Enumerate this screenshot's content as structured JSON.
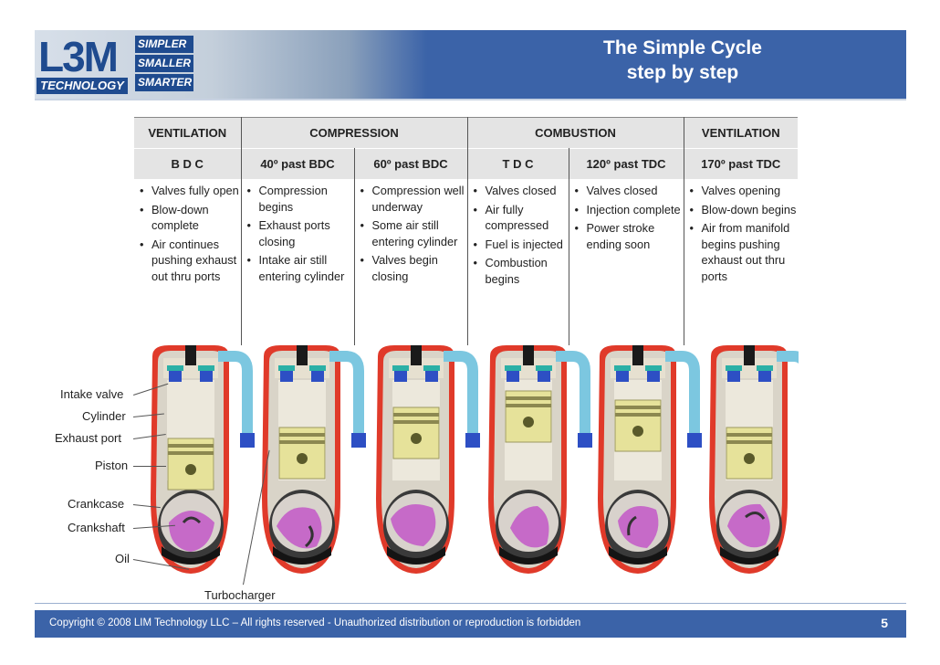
{
  "header": {
    "logo_letters": "L3M",
    "logo_tech": "TECHNOLOGY",
    "logo_words": [
      "SIMPLER",
      "SMALLER",
      "SMARTER"
    ],
    "title_line1": "The Simple Cycle",
    "title_line2": "step by step"
  },
  "table": {
    "phases": [
      "VENTILATION",
      "COMPRESSION",
      "COMBUSTION",
      "VENTILATION"
    ],
    "positions": [
      "B D C",
      "40º past BDC",
      "60º past BDC",
      "T D C",
      "120º past TDC",
      "170º past TDC"
    ],
    "notes": [
      [
        "Valves fully open",
        "Blow-down complete",
        "Air continues pushing exhaust out thru ports"
      ],
      [
        "Compression begins",
        "Exhaust ports closing",
        "Intake air still entering cylinder"
      ],
      [
        "Compression well underway",
        "Some air still entering cylinder",
        "Valves begin closing"
      ],
      [
        "Valves closed",
        "Air fully compressed",
        "Fuel is injected",
        "Combustion begins"
      ],
      [
        "Valves closed",
        "Injection complete",
        "Power stroke ending soon"
      ],
      [
        "Valves opening",
        "Blow-down begins",
        "Air from manifold begins pushing exhaust out thru ports"
      ]
    ]
  },
  "labels": {
    "intake_valve": "Intake valve",
    "cylinder": "Cylinder",
    "exhaust_port": "Exhaust port",
    "piston": "Piston",
    "crankcase": "Crankcase",
    "crankshaft": "Crankshaft",
    "oil": "Oil",
    "turbocharger": "Turbocharger"
  },
  "footer": {
    "copyright": "Copyright © 2008 LIM Technology LLC – All rights reserved - Unauthorized distribution or reproduction is forbidden",
    "page": "5"
  },
  "colors": {
    "header_bg": "#3b63a8",
    "casing": "#e03a2a",
    "piston": "#e6e29a",
    "crank": "#c66ac8",
    "pipe": "#7cc7e0",
    "valve": "#2d4fc4"
  }
}
